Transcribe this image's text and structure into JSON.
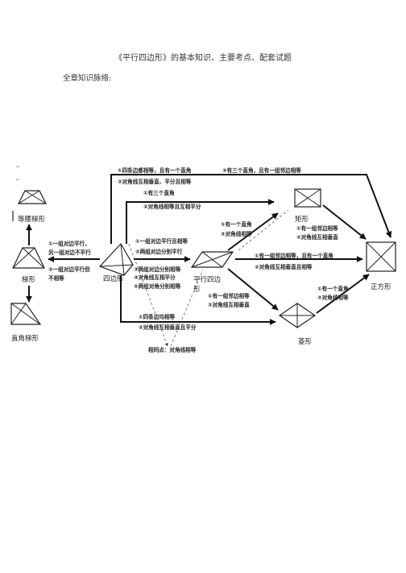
{
  "document": {
    "title": "《平行四边形》的基本知识、主要考点、配套试题",
    "subtitle": "全章知识脉络:"
  },
  "diagram": {
    "shapes": {
      "isosceles_trapezoid": "等腰梯形",
      "trapezoid": "梯形",
      "right_trapezoid": "直角梯形",
      "quadrilateral": "四边形",
      "parallelogram_line1": "平行四边",
      "parallelogram_line2": "形",
      "rectangle": "矩形",
      "rhombus": "菱形",
      "square": "正方形"
    },
    "conditions": {
      "quad_to_square_1": "①四条边都相等，且有一个直角",
      "quad_to_square_2": "②对角线互相垂直、平分且相等",
      "quad_to_rect_1": "①有三个直角",
      "quad_to_rect_2": "②对角线相等且互相平分",
      "quad_to_para_1": "①一组对边平行且相等",
      "quad_to_para_2": "②两组对边分别平行",
      "quad_to_para_3": "③两组对边分别相等",
      "quad_to_para_4": "④对角线互相平分",
      "quad_to_para_5": "⑤两组对角分别相等",
      "quad_to_trap_1": "①一组对边平行，",
      "quad_to_trap_2": "另一组对边不平行",
      "quad_to_trap_3": "②一组对边平行但",
      "quad_to_trap_4": "不相等",
      "para_to_rect_1": "①有一个直角",
      "para_to_rect_2": "②对角线相等",
      "para_to_rhom_1": "①有一组邻边相等",
      "para_to_rhom_2": "②对角线互相垂直",
      "para_to_square_1": "①有一组邻边相等，且有一个直角",
      "para_to_square_2": "②对角线互相垂直且相等",
      "rect_to_square_1": "①有一组邻边相等",
      "rect_to_square_2": "②对角线互相垂直",
      "rhom_to_square_1": "①有一个直角",
      "rhom_to_square_2": "②对角线相等",
      "rect_square_top_1": "②有三个直角，且有一组邻边相等",
      "quad_to_rhom_1": "①四条边均相等",
      "quad_to_rhom_2": "②对角线互相垂直且平分",
      "common_point": "相同点：对角线相等"
    }
  }
}
